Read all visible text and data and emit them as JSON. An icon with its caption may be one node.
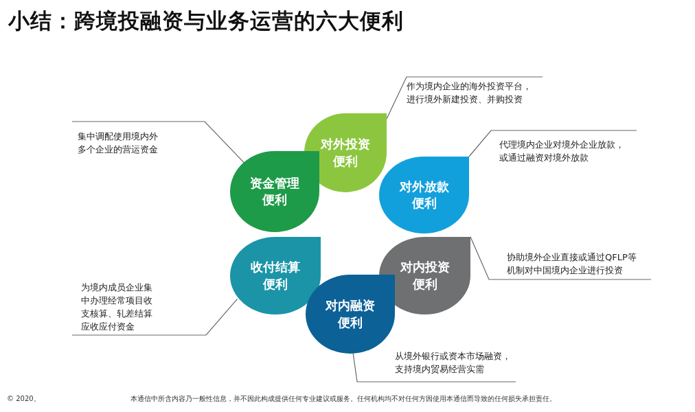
{
  "diagram": {
    "title": "小结：跨境投融资与业务运营的六大便利",
    "nodes": [
      {
        "text": [
          "对外投资便利"
        ]
      },
      {
        "text": [
          "资金管理便利"
        ]
      },
      {
        "text": [
          "对外放款便利"
        ]
      },
      {
        "text": [
          "收付结算便利"
        ]
      },
      {
        "text": [
          "对内投资便利"
        ]
      },
      {
        "text": [
          "对内融资便利"
        ]
      },
      {
        "text": [
          "作为境内企业的海外投资平台，进行境外新建投资、并购投资"
        ]
      },
      {
        "text": [
          "集中调配使用境内外多个企业的营运资金"
        ]
      },
      {
        "text": [
          "代理境内企业对境外企业放款，或通过融资对境外放款"
        ]
      },
      {
        "text": [
          "为境内成员企业集中办理经常项目收支核算、轧差结算应收应付资金"
        ]
      },
      {
        "text": [
          "协助境外企业直接或通过QFLP等机制对中国境内企业进行投资"
        ]
      },
      {
        "text": [
          "从境外银行或资本市场融资，支持境内贸易经营实需"
        ]
      }
    ],
    "edges": [
      {
        "from": 6,
        "to": 0,
        "arrow": "none"
      },
      {
        "from": 7,
        "to": 1,
        "arrow": "none"
      },
      {
        "from": 8,
        "to": 2,
        "arrow": "none"
      },
      {
        "from": 9,
        "to": 3,
        "arrow": "none"
      },
      {
        "from": 10,
        "to": 4,
        "arrow": "none"
      },
      {
        "from": 11,
        "to": 5,
        "arrow": "none"
      }
    ],
    "labels": [
      "© 2020。",
      "本通信中所含内容乃一般性信息，并不因此构成提供任何专业建议或服务。任何机构均不对任何方因使用本通信而导致的任何损失承担责任。"
    ]
  }
}
